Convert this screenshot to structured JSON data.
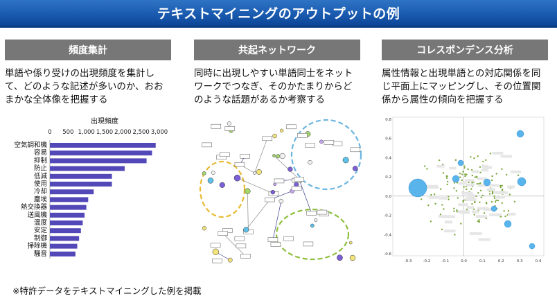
{
  "banner": {
    "title": "テキストマイニングのアウトプットの例"
  },
  "columns": [
    {
      "heading": "頻度集計",
      "desc": "単語や係り受けの出現頻度を集計して、どのような記述が多いのか、おおまかな全体像を把握する"
    },
    {
      "heading": "共起ネットワーク",
      "desc": "同時に出現しやすい単語同士をネットワークでつなぎ、そのかたまりからどのような話題があるか考察する"
    },
    {
      "heading": "コレスポンデンス分析",
      "desc": "属性情報と出現単語との対応関係を同じ平面上にマッピングし、その位置関係から属性の傾向を把握する"
    }
  ],
  "chart_data": {
    "type": "bar",
    "orientation": "horizontal",
    "title": "出現頻度",
    "categories": [
      "空気調和機",
      "容易",
      "抑制",
      "防止",
      "低減",
      "使用",
      "冷却",
      "塵埃",
      "熱交換器",
      "送風機",
      "温度",
      "安定",
      "制御",
      "掃除機",
      "騒音"
    ],
    "values": [
      2900,
      2800,
      2650,
      2050,
      1700,
      1700,
      1200,
      1050,
      1000,
      950,
      900,
      850,
      800,
      750,
      700
    ],
    "xlim": [
      0,
      3000
    ],
    "xticks": [
      "0",
      "500",
      "1,000",
      "1,500",
      "2,000",
      "2,500",
      "3,000"
    ],
    "bar_color": "#5348b8"
  },
  "ca_ticks": {
    "x": [
      "-0.3",
      "-0.2",
      "-0.1",
      "0.0",
      "0.1",
      "0.2",
      "0.3",
      "0.4"
    ],
    "y": [
      "0.8",
      "0.6",
      "0.4",
      "0.2",
      "0.0",
      "-0.2",
      "-0.4",
      "-0.6"
    ]
  },
  "footnote": "※特許データをテキストマイニングした例を掲載"
}
